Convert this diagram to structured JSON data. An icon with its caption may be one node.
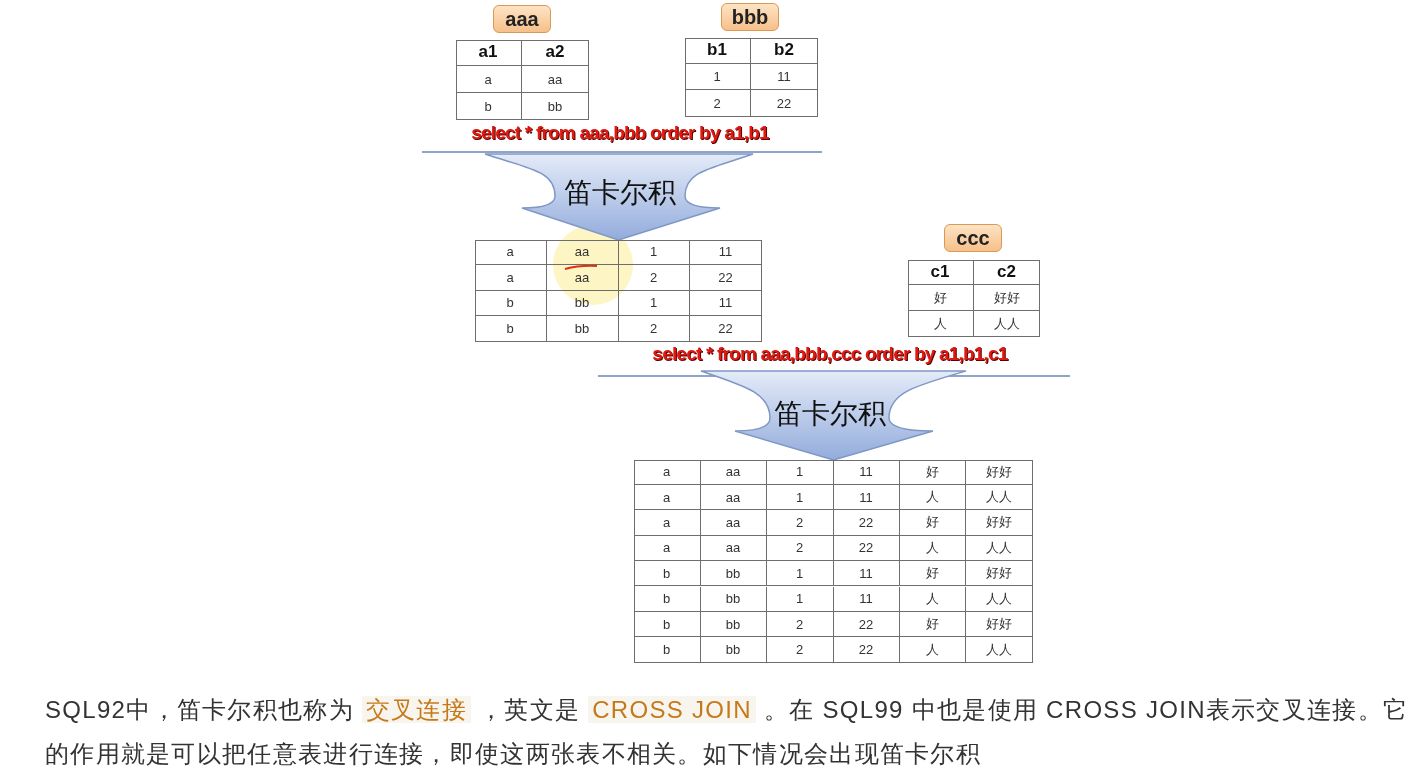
{
  "diagram": {
    "caption": "SQL92中，笛卡尔积也称为 *交叉连接* ，英文是 *CROSS JOIN* 。在 SQL99 中也是使用 CROSS JOIN表示交叉连接。它的作用就是可以把任意表进行连接，即使这两张表不相关。如下情况会出现笛卡尔积",
    "nodes": [
      {
        "text": [
          "aaa",
          "a1",
          "a2",
          "a",
          "aa",
          "b",
          "bb"
        ]
      },
      {
        "text": [
          "bbb",
          "b1",
          "b2",
          "1",
          "11",
          "2",
          "22"
        ]
      },
      {
        "text": [
          "a",
          "aa",
          "1",
          "11",
          "a",
          "aa",
          "2",
          "22",
          "b",
          "bb",
          "1",
          "11",
          "b",
          "bb",
          "2",
          "22"
        ]
      },
      {
        "text": [
          "ccc",
          "c1",
          "c2",
          "好",
          "好好",
          "人",
          "人人"
        ]
      },
      {
        "text": [
          "a",
          "aa",
          "1",
          "11",
          "好",
          "好好",
          "a",
          "aa",
          "1",
          "11",
          "人",
          "人人",
          "a",
          "aa",
          "2",
          "22",
          "好",
          "好好",
          "a",
          "aa",
          "2",
          "22",
          "人",
          "人人",
          "b",
          "bb",
          "1",
          "11",
          "好",
          "好好",
          "b",
          "bb",
          "1",
          "11",
          "人",
          "人人",
          "b",
          "bb",
          "2",
          "22",
          "好",
          "好好",
          "b",
          "bb",
          "2",
          "22",
          "人",
          "人人"
        ]
      }
    ],
    "edges": [
      {
        "from": 0,
        "to": 2,
        "arrow": "to",
        "label": "笛卡尔积"
      },
      {
        "from": 1,
        "to": 2,
        "arrow": "to"
      },
      {
        "from": 2,
        "to": 4,
        "arrow": "to",
        "label": "笛卡尔积"
      },
      {
        "from": 3,
        "to": 4,
        "arrow": "to"
      }
    ],
    "labels": [
      "select * from aaa,bbb order by a1,b1",
      "select * from aaa,bbb,ccc order by a1,b1,c1"
    ]
  }
}
